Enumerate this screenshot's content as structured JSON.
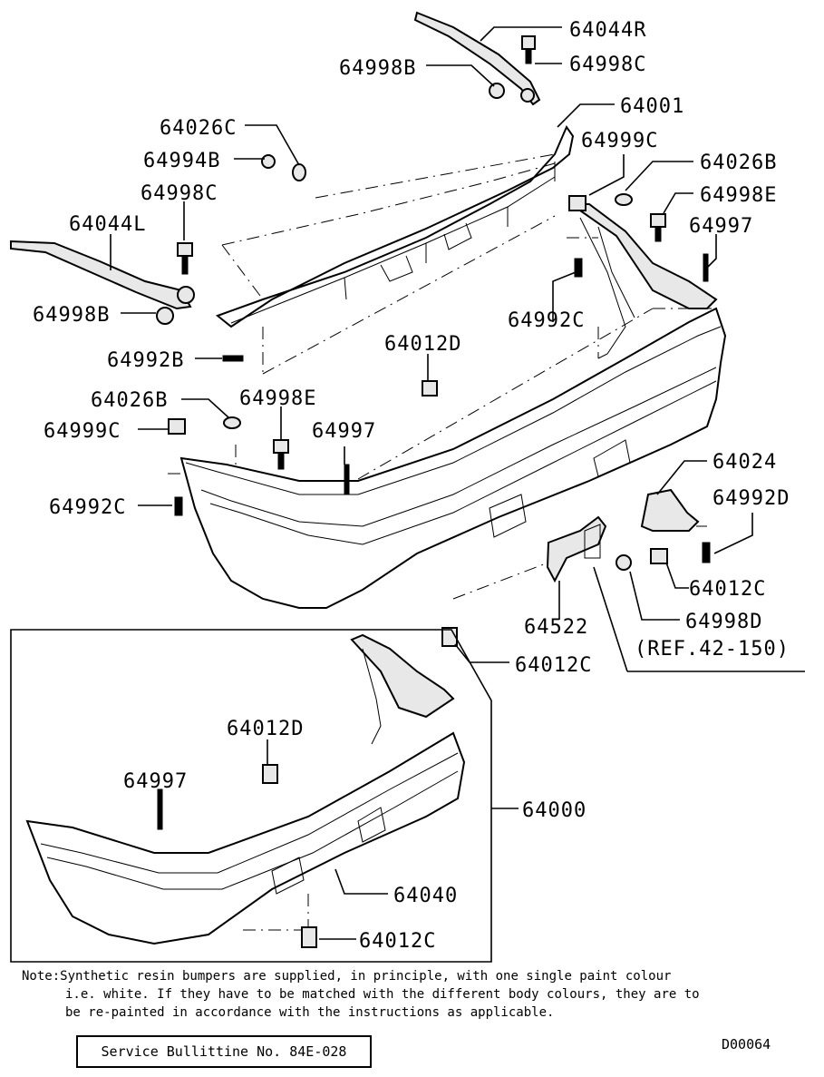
{
  "labels": {
    "p64044R": "64044R",
    "p64998C_top": "64998C",
    "p64998B_top": "64998B",
    "p64001": "64001",
    "p64026C": "64026C",
    "p64994B": "64994B",
    "p64999C_r": "64999C",
    "p64026B_r": "64026B",
    "p64998C_l": "64998C",
    "p64998E_r": "64998E",
    "p64044L": "64044L",
    "p64997_r": "64997",
    "p64998B_l": "64998B",
    "p64992C_r": "64992C",
    "p64992B": "64992B",
    "p64012D_mid": "64012D",
    "p64026B_l": "64026B",
    "p64998E_l": "64998E",
    "p64999C_l": "64999C",
    "p64997_mid": "64997",
    "p64024": "64024",
    "p64992C_l": "64992C",
    "p64992D": "64992D",
    "p64012C_r": "64012C",
    "p64522": "64522",
    "p64998D": "64998D",
    "ref": "(REF.42-150)",
    "p64012C_mid": "64012C",
    "p64012D_box": "64012D",
    "p64997_box": "64997",
    "p64000": "64000",
    "p64040": "64040",
    "p64012C_box": "64012C"
  },
  "note": {
    "line1": "Note:Synthetic resin bumpers are supplied, in principle, with one single paint colour",
    "line2": "i.e. white. If they have to be matched with the different body colours, they are to",
    "line3": "be re-painted in accordance with the instructions as applicable."
  },
  "service_bulletin": "Service Bullittine No. 84E-028",
  "diagram_code": "D00064"
}
